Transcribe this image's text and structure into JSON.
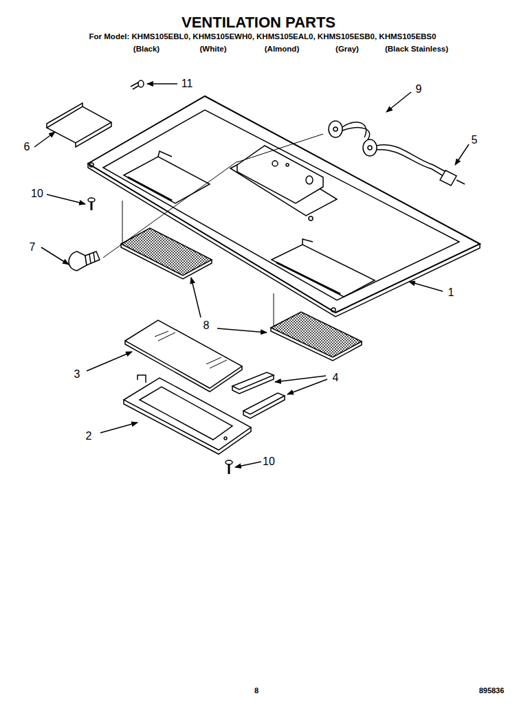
{
  "diagram": {
    "title": "VENTILATION PARTS",
    "labels": [
      "For Model: KHMS105EBL0, KHMS105EWH0, KHMS105EAL0, KHMS105ESB0, KHMS105EBS0",
      "(Black)",
      "(White)",
      "(Almond)",
      "(Gray)",
      "(Black Stainless)",
      "11",
      "9",
      "6",
      "5",
      "10",
      "7",
      "1",
      "8",
      "3",
      "4",
      "2",
      "10",
      "8",
      "895836"
    ]
  }
}
